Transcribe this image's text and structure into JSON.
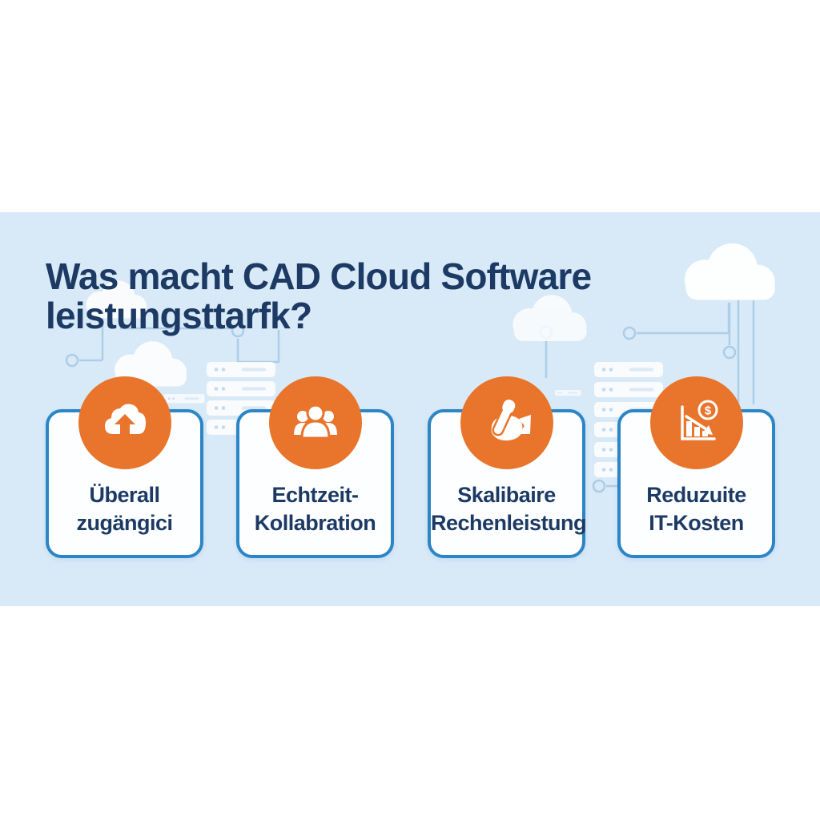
{
  "title": {
    "line1": "Was macht CAD Cloud Software",
    "line2": "leistungsttarfk?"
  },
  "cards": [
    {
      "icon": "cloud-upload",
      "line1": "Überall",
      "line2": "zugängici"
    },
    {
      "icon": "team-group",
      "line1": "Echtzeit-",
      "line2": "Kollabration"
    },
    {
      "icon": "flexed-biceps",
      "line1": "Skalibaire",
      "line2": "Rechenleistung"
    },
    {
      "icon": "declining-chart-dollar",
      "line1": "Reduzuite",
      "line2": "IT-Kosten"
    }
  ],
  "icons": {
    "dollar_symbol": "$"
  },
  "palette": {
    "accent_orange": "#E8752B",
    "card_border_blue": "#2B85C6",
    "navy_text": "#1C3A64",
    "band_blue": "#D8E9F7",
    "circuit_line_blue": "#ABCDE8",
    "page_background": "#FFFFFF",
    "card_background": "#FDFEFF"
  }
}
